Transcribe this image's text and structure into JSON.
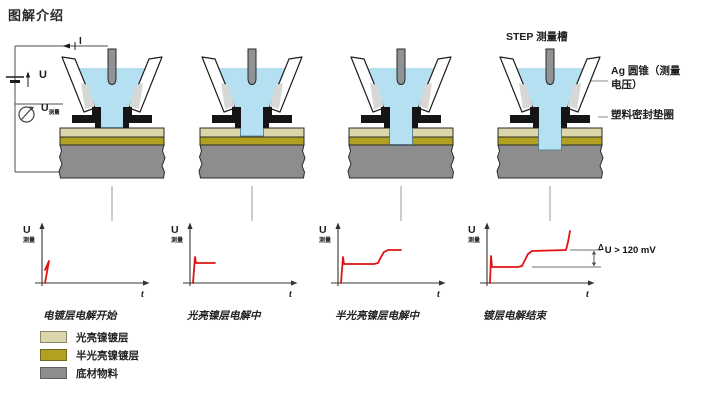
{
  "header": {
    "title": "图解介绍"
  },
  "circuit": {
    "current_label": "I",
    "source_voltage_label": "U",
    "meter_label": "U",
    "meter_sub": "测量"
  },
  "top_annotations": {
    "step_cell": "STEP 测量槽",
    "ag_cone_line1": "Ag 圆锥（测量",
    "ag_cone_line2": "电压）",
    "plastic_seal": "塑料密封垫圈"
  },
  "graph_labels": {
    "y": "U",
    "y_sub": "测量",
    "x": "t"
  },
  "delta_annotation": {
    "delta": "Δ",
    "text": "U > 120 mV"
  },
  "stages": [
    {
      "caption": "电镀层电解开始",
      "hole_bottom": 127.5,
      "curve": [
        [
          3,
          0
        ],
        [
          7,
          22
        ],
        [
          3,
          13
        ]
      ],
      "annotated": false
    },
    {
      "caption": "光亮镍层电解中",
      "hole_bottom": 136,
      "curve": [
        [
          3,
          0
        ],
        [
          5,
          26
        ],
        [
          6,
          20
        ],
        [
          25,
          20
        ]
      ],
      "annotated": false
    },
    {
      "caption": "半光亮镍层电解中",
      "hole_bottom": 144.5,
      "curve": [
        [
          3,
          0
        ],
        [
          5,
          26
        ],
        [
          6,
          19
        ],
        [
          36,
          19
        ],
        [
          40,
          20
        ],
        [
          43,
          26
        ],
        [
          46,
          31
        ],
        [
          50,
          33
        ],
        [
          63,
          33
        ]
      ],
      "annotated": false
    },
    {
      "caption": "镀层电解结束",
      "hole_bottom": 150,
      "curve": [
        [
          3,
          0
        ],
        [
          4,
          27
        ],
        [
          5,
          16
        ],
        [
          31,
          16
        ],
        [
          35,
          17
        ],
        [
          38,
          23
        ],
        [
          41,
          29
        ],
        [
          45,
          32
        ],
        [
          79,
          33
        ],
        [
          81,
          41
        ],
        [
          83,
          52
        ]
      ],
      "annotated": true
    }
  ],
  "legend": [
    {
      "label": "光亮镍镀层",
      "color": "#dcd6ab"
    },
    {
      "label": "半光亮镍镀层",
      "color": "#b2a120"
    },
    {
      "label": "底材物料",
      "color": "#8d8d8f"
    }
  ],
  "colors": {
    "liquid": "#b5e0f2",
    "curve": "#e01212",
    "pin": "#909396",
    "wire": "#4d4d4d",
    "axis": "#333333",
    "annotation_line": "#8c8c8c",
    "seal": "#151515"
  }
}
